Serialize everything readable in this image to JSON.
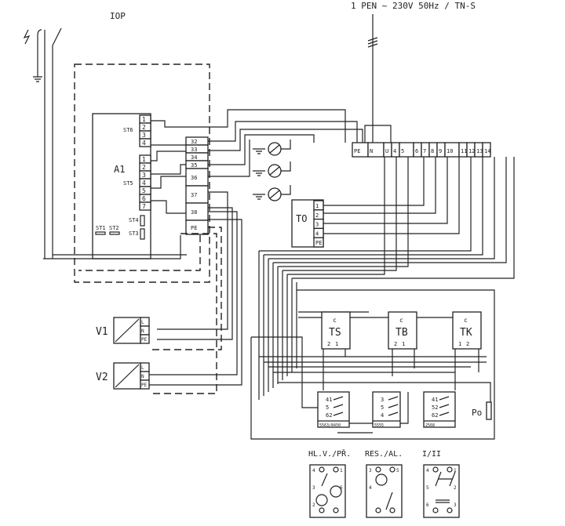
{
  "supply": {
    "label": "1 PEN ~ 230V 50Hz / TN-S"
  },
  "breaker": {
    "label": "IOP"
  },
  "controller": {
    "label": "A1",
    "st6": {
      "label": "ST6",
      "pins": [
        "1",
        "2",
        "3",
        "4"
      ]
    },
    "st5": {
      "label": "ST5",
      "pins": [
        "1",
        "2",
        "3",
        "4",
        "5",
        "6",
        "7"
      ]
    },
    "st4": "ST4",
    "st3": "ST3",
    "st1": "ST1",
    "st2": "ST2"
  },
  "inner_terminals": [
    "32",
    "33",
    "34",
    "35",
    "36",
    "37",
    "38",
    "PE"
  ],
  "main_terminals": [
    "PE",
    "N",
    "U",
    "4",
    "5",
    "6",
    "7",
    "8",
    "9",
    "10",
    "11",
    "12",
    "13",
    "14"
  ],
  "to_unit": {
    "label": "TO",
    "pins": [
      "1",
      "2",
      "3",
      "4",
      "PE"
    ]
  },
  "fans": [
    {
      "label": "V1",
      "pins": [
        "L",
        "N",
        "PE"
      ]
    },
    {
      "label": "V2",
      "pins": [
        "L",
        "N",
        "PE"
      ]
    }
  ],
  "thermostats": [
    {
      "label": "TS",
      "c": "c",
      "pins": [
        "2",
        "1"
      ]
    },
    {
      "label": "TB",
      "c": "c",
      "pins": [
        "2",
        "1"
      ]
    },
    {
      "label": "TK",
      "c": "c",
      "pins": [
        "1",
        "2"
      ]
    }
  ],
  "relays": [
    {
      "code": "5563/8450",
      "pins": [
        "41",
        "5",
        "62"
      ]
    },
    {
      "code": "5555",
      "pins": [
        "3",
        "5",
        "4"
      ]
    },
    {
      "code": "2568",
      "pins": [
        "41",
        "52",
        "62"
      ]
    }
  ],
  "fuse": {
    "label": "Po"
  },
  "switch_panels": [
    {
      "label": "HL.V./PŘ.",
      "pins": [
        "4",
        "1",
        "3",
        "6",
        "2"
      ]
    },
    {
      "label": "RES./AL.",
      "pins": [
        "3",
        "5",
        "4"
      ]
    },
    {
      "label": "I/II",
      "pins": [
        "4",
        "1",
        "5",
        "2",
        "6",
        "3"
      ]
    }
  ]
}
